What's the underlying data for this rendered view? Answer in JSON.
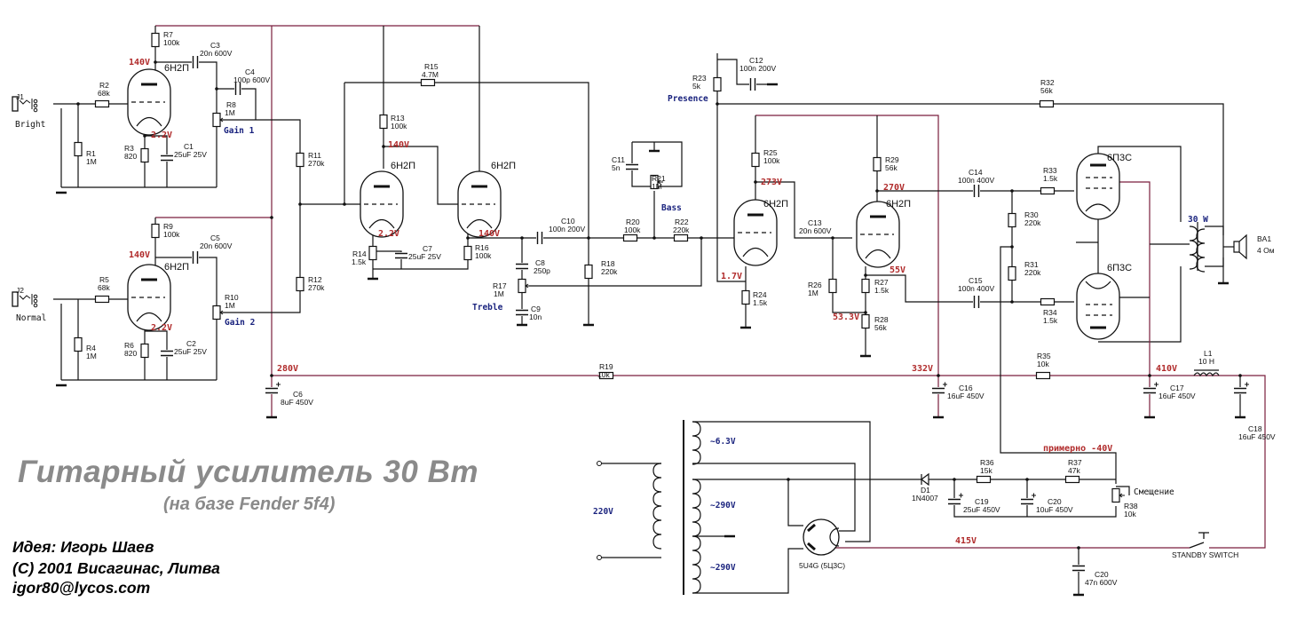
{
  "title": {
    "main": "Гитарный усилитель 30 Вт",
    "sub": "(на базе Fender 5f4)"
  },
  "credits": {
    "idea": "Идея: Игорь Шаев",
    "copyright": "(C) 2001 Висагинас, Литва",
    "email": "igor80@lycos.com"
  },
  "inputs": {
    "j1": {
      "ref": "J1",
      "label": "Bright"
    },
    "j2": {
      "ref": "J2",
      "label": "Normal"
    }
  },
  "controls": {
    "gain1": "Gain 1",
    "gain2": "Gain 2",
    "treble": "Treble",
    "bass": "Bass",
    "presence": "Presence",
    "bias": "Смещение",
    "standby": "STANDBY SWITCH"
  },
  "tubes": {
    "v1": "6H2П",
    "v2": "6H2П",
    "v3a": "6H2П",
    "v3b": "6H2П",
    "v4a": "6H2П",
    "v4b": "6H2П",
    "v5": "6П3С",
    "v6": "6П3С",
    "rectifier": "5U4G (5Ц3С)"
  },
  "components": {
    "R1": {
      "ref": "R1",
      "value": "1M"
    },
    "R2": {
      "ref": "R2",
      "value": "68k"
    },
    "R3": {
      "ref": "R3",
      "value": "820"
    },
    "R4": {
      "ref": "R4",
      "value": "1M"
    },
    "R5": {
      "ref": "R5",
      "value": "68k"
    },
    "R6": {
      "ref": "R6",
      "value": "820"
    },
    "R7": {
      "ref": "R7",
      "value": "100k"
    },
    "R8": {
      "ref": "R8",
      "value": "1M"
    },
    "R9": {
      "ref": "R9",
      "value": "100k"
    },
    "R10": {
      "ref": "R10",
      "value": "1M"
    },
    "R11": {
      "ref": "R11",
      "value": "270k"
    },
    "R12": {
      "ref": "R12",
      "value": "270k"
    },
    "R13": {
      "ref": "R13",
      "value": "100k"
    },
    "R14": {
      "ref": "R14",
      "value": "1.5k"
    },
    "R15": {
      "ref": "R15",
      "value": "4.7M"
    },
    "R16": {
      "ref": "R16",
      "value": "100k"
    },
    "R17": {
      "ref": "R17",
      "value": "1M"
    },
    "R18": {
      "ref": "R18",
      "value": "220k"
    },
    "R19": {
      "ref": "R19",
      "value": "10k"
    },
    "R20": {
      "ref": "R20",
      "value": "100k"
    },
    "R21": {
      "ref": "R21",
      "value": "1M"
    },
    "R22": {
      "ref": "R22",
      "value": "220k"
    },
    "R23": {
      "ref": "R23",
      "value": "5k"
    },
    "R24": {
      "ref": "R24",
      "value": "1.5k"
    },
    "R25": {
      "ref": "R25",
      "value": "100k"
    },
    "R26": {
      "ref": "R26",
      "value": "1M"
    },
    "R27": {
      "ref": "R27",
      "value": "1.5k"
    },
    "R28": {
      "ref": "R28",
      "value": "56k"
    },
    "R29": {
      "ref": "R29",
      "value": "56k"
    },
    "R30": {
      "ref": "R30",
      "value": "220k"
    },
    "R31": {
      "ref": "R31",
      "value": "220k"
    },
    "R32": {
      "ref": "R32",
      "value": "56k"
    },
    "R33": {
      "ref": "R33",
      "value": "1.5k"
    },
    "R34": {
      "ref": "R34",
      "value": "1.5k"
    },
    "R35": {
      "ref": "R35",
      "value": "10k"
    },
    "R36": {
      "ref": "R36",
      "value": "15k"
    },
    "R37": {
      "ref": "R37",
      "value": "47k"
    },
    "R38": {
      "ref": "R38",
      "value": "10k"
    },
    "C1": {
      "ref": "C1",
      "value": "25uF 25V"
    },
    "C2": {
      "ref": "C2",
      "value": "25uF 25V"
    },
    "C3": {
      "ref": "C3",
      "value": "20n 600V"
    },
    "C4": {
      "ref": "C4",
      "value": "100p 600V"
    },
    "C5": {
      "ref": "C5",
      "value": "20n 600V"
    },
    "C6": {
      "ref": "C6",
      "value": "8uF 450V"
    },
    "C7": {
      "ref": "C7",
      "value": "25uF 25V"
    },
    "C8": {
      "ref": "C8",
      "value": "250p"
    },
    "C9": {
      "ref": "C9",
      "value": "10n"
    },
    "C10": {
      "ref": "C10",
      "value": "100n 200V"
    },
    "C11": {
      "ref": "C11",
      "value": "5n"
    },
    "C12": {
      "ref": "C12",
      "value": "100n 200V"
    },
    "C13": {
      "ref": "C13",
      "value": "20n 600V"
    },
    "C14": {
      "ref": "C14",
      "value": "100n 400V"
    },
    "C15": {
      "ref": "C15",
      "value": "100n 400V"
    },
    "C16": {
      "ref": "C16",
      "value": "16uF 450V"
    },
    "C17": {
      "ref": "C17",
      "value": "16uF 450V"
    },
    "C18": {
      "ref": "C18",
      "value": "16uF 450V"
    },
    "C19": {
      "ref": "C19",
      "value": "25uF 450V"
    },
    "C20a": {
      "ref": "C20",
      "value": "10uF 450V"
    },
    "C20b": {
      "ref": "C20",
      "value": "47n 600V"
    },
    "L1": {
      "ref": "L1",
      "value": "10 H"
    },
    "D1": {
      "ref": "D1",
      "value": "1N4007"
    }
  },
  "voltages": {
    "v1_plate": "140V",
    "v1_cathode": "2.2V",
    "v2_plate": "140V",
    "v2_cathode": "2.2V",
    "v3a_plate": "140V",
    "v3a_cathode": "2.2V",
    "v3b_cathode": "140V",
    "b280": "280V",
    "v4a_plate": "273V",
    "v4a_cathode": "1.7V",
    "v4b_plate": "270V",
    "v4b_cathode": "55V",
    "v4b_tail": "53.3V",
    "b332": "332V",
    "b410": "410V",
    "b415": "415V",
    "bias": "примерно -40V"
  },
  "transformer": {
    "primary": "220V",
    "heater": "~6.3V",
    "hv1": "~290V",
    "hv2": "~290V",
    "output_power": "30 W"
  },
  "speaker": {
    "ref": "BA1",
    "value": "4 Ом"
  },
  "colors": {
    "hv_wire": "#7a1f3d",
    "signal_wire": "#111111",
    "voltage_label": "#b02a2a",
    "control_label": "#1a237e",
    "title": "#8a8a8a"
  }
}
